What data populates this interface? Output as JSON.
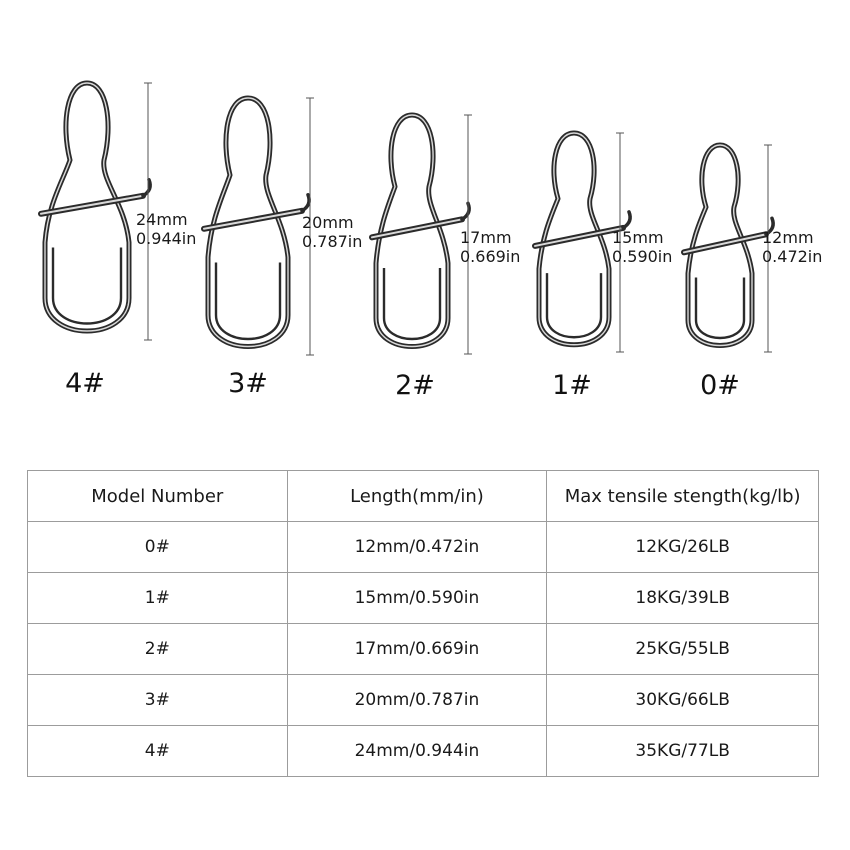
{
  "snaps": [
    {
      "model": "4#",
      "length_mm": "24mm",
      "length_in": "0.944in"
    },
    {
      "model": "3#",
      "length_mm": "20mm",
      "length_in": "0.787in"
    },
    {
      "model": "2#",
      "length_mm": "17mm",
      "length_in": "0.669in"
    },
    {
      "model": "1#",
      "length_mm": "15mm",
      "length_in": "0.590in"
    },
    {
      "model": "0#",
      "length_mm": "12mm",
      "length_in": "0.472in"
    }
  ],
  "table": {
    "headers": [
      "Model Number",
      "Length(mm/in)",
      "Max tensile stength(kg/lb)"
    ],
    "rows": [
      [
        "0#",
        "12mm/0.472in",
        "12KG/26LB"
      ],
      [
        "1#",
        "15mm/0.590in",
        "18KG/39LB"
      ],
      [
        "2#",
        "17mm/0.669in",
        "25KG/55LB"
      ],
      [
        "3#",
        "20mm/0.787in",
        "30KG/66LB"
      ],
      [
        "4#",
        "24mm/0.944in",
        "35KG/77LB"
      ]
    ]
  },
  "colors": {
    "wire": "#2b2b2b",
    "highlight": "#d9d9d9",
    "border": "#9c9c9c"
  }
}
